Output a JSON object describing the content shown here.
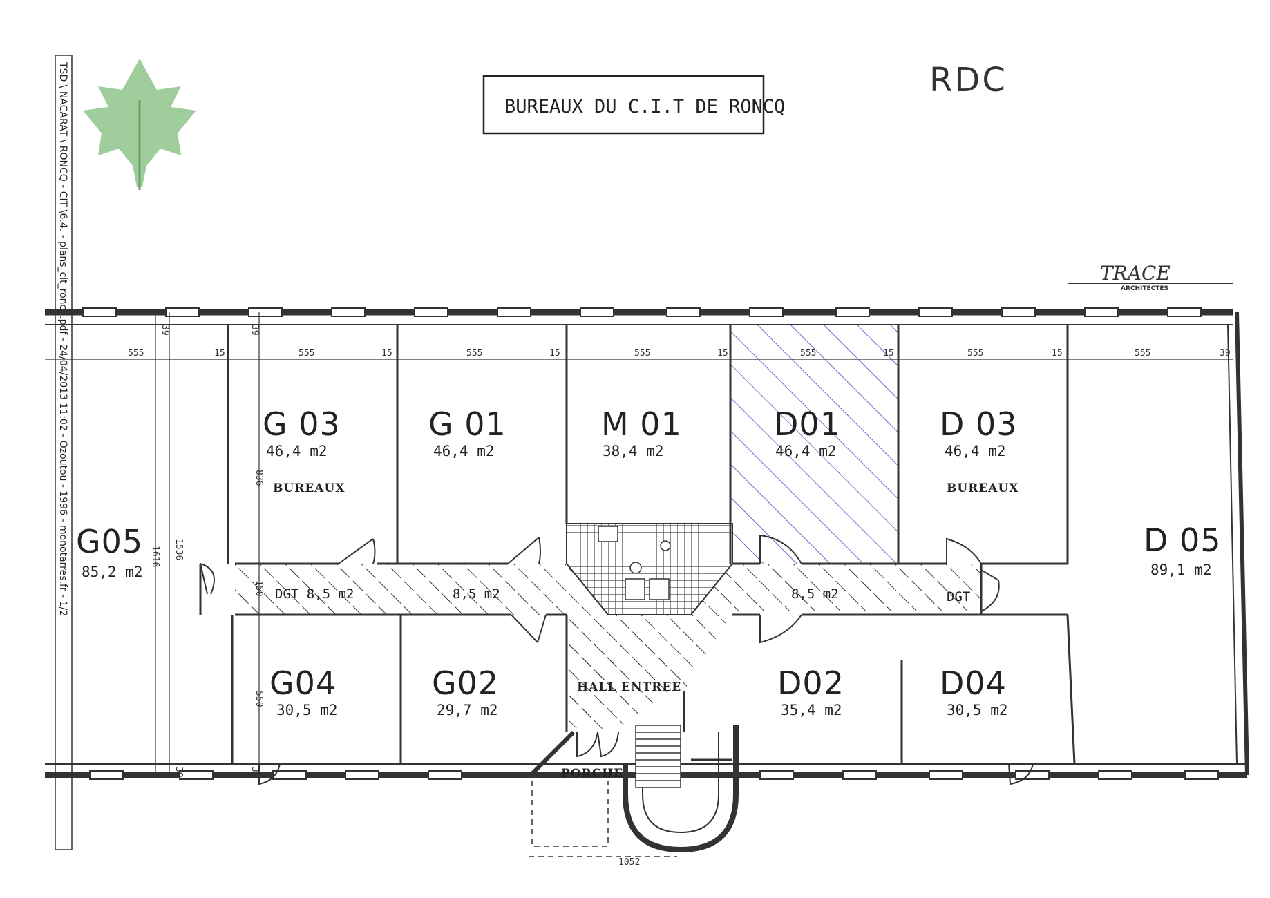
{
  "title": "BUREAUX DU C.I.T DE RONCQ",
  "level": "RDC",
  "architect": {
    "name": "TRACE",
    "subtitle": "ARCHITECTES"
  },
  "side_path": "TSD \\ NACARAT \\ RONCQ - CIT \\6.4. - plans_cit_roncq.pdf - 24/04/2013 11:02 - Ozoutou - 1996 - monotarres.fr - 1/2",
  "rooms": [
    {
      "id": "G05",
      "area": "85,2 m2"
    },
    {
      "id": "G 03",
      "area": "46,4 m2",
      "label": "BUREAUX"
    },
    {
      "id": "G 01",
      "area": "46,4 m2"
    },
    {
      "id": "M 01",
      "area": "38,4 m2"
    },
    {
      "id": "D01",
      "area": "46,4 m2"
    },
    {
      "id": "D 03",
      "area": "46,4 m2",
      "label": "BUREAUX"
    },
    {
      "id": "D 05",
      "area": "89,1 m2"
    },
    {
      "id": "G04",
      "area": "30,5 m2"
    },
    {
      "id": "G02",
      "area": "29,7 m2"
    },
    {
      "id": "D02",
      "area": "35,4 m2"
    },
    {
      "id": "D04",
      "area": "30,5 m2"
    }
  ],
  "corridor": {
    "left_label": "DGT 8,5 m2",
    "mid_left_area": "8,5 m2",
    "mid_right_area": "8,5 m2",
    "right_label": "DGT"
  },
  "hall_label": "HALL ENTREE",
  "porch_label": "PORCHE",
  "dimensions": {
    "top_widths": [
      "555",
      "15",
      "555",
      "15",
      "555",
      "15",
      "555",
      "15",
      "555",
      "15",
      "555",
      "15",
      "555",
      "39"
    ],
    "wall_top": "39",
    "wall_top_2": "39",
    "office_depth": "836",
    "corridor_width": "150",
    "lower_office_depth": "550",
    "wall_bottom": "39",
    "wall_bottom_2": "39",
    "total_depth_a": "1616",
    "total_depth_b": "1536",
    "bottom_misc": "1052"
  }
}
